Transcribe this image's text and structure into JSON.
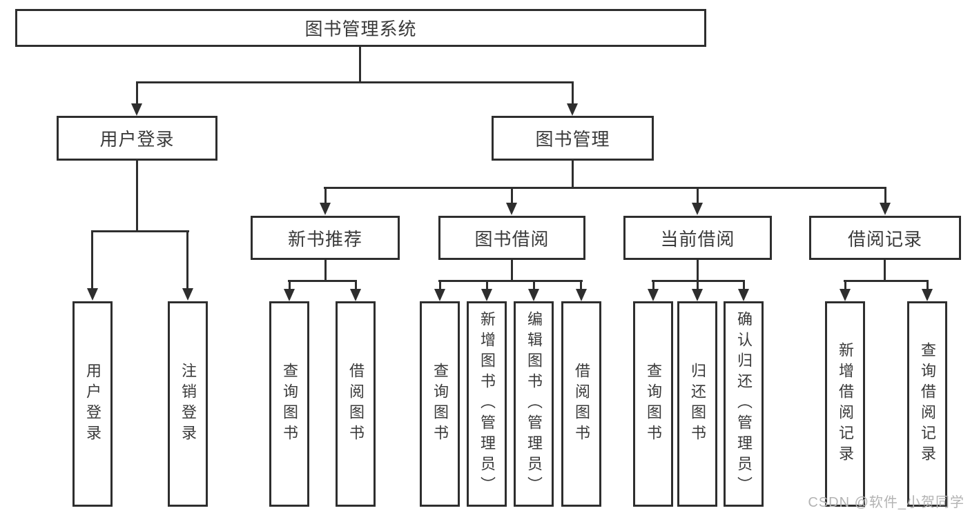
{
  "title": "图书管理系统",
  "colors": {
    "line": "#2e2e2e",
    "text": "#3a3a3a",
    "background": "#ffffff",
    "watermark_color": "#b3b3b3"
  },
  "watermark": {
    "text": "CSDN @软件_小贺同学"
  },
  "tree": {
    "label": "图书管理系统",
    "children": [
      {
        "label": "用户登录",
        "children": [
          {
            "label": "用户登录"
          },
          {
            "label": "注销登录"
          }
        ]
      },
      {
        "label": "图书管理",
        "children": [
          {
            "label": "新书推荐",
            "children": [
              {
                "label": "查询图书"
              },
              {
                "label": "借阅图书"
              }
            ]
          },
          {
            "label": "图书借阅",
            "children": [
              {
                "label": "查询图书"
              },
              {
                "label": "新增图书（管理员）"
              },
              {
                "label": "编辑图书（管理员）"
              },
              {
                "label": "借阅图书"
              }
            ]
          },
          {
            "label": "当前借阅",
            "children": [
              {
                "label": "查询图书"
              },
              {
                "label": "归还图书"
              },
              {
                "label": "确认归还（管理员）"
              }
            ]
          },
          {
            "label": "借阅记录",
            "children": [
              {
                "label": "新增借阅记录"
              },
              {
                "label": "查询借阅记录"
              }
            ]
          }
        ]
      }
    ]
  }
}
